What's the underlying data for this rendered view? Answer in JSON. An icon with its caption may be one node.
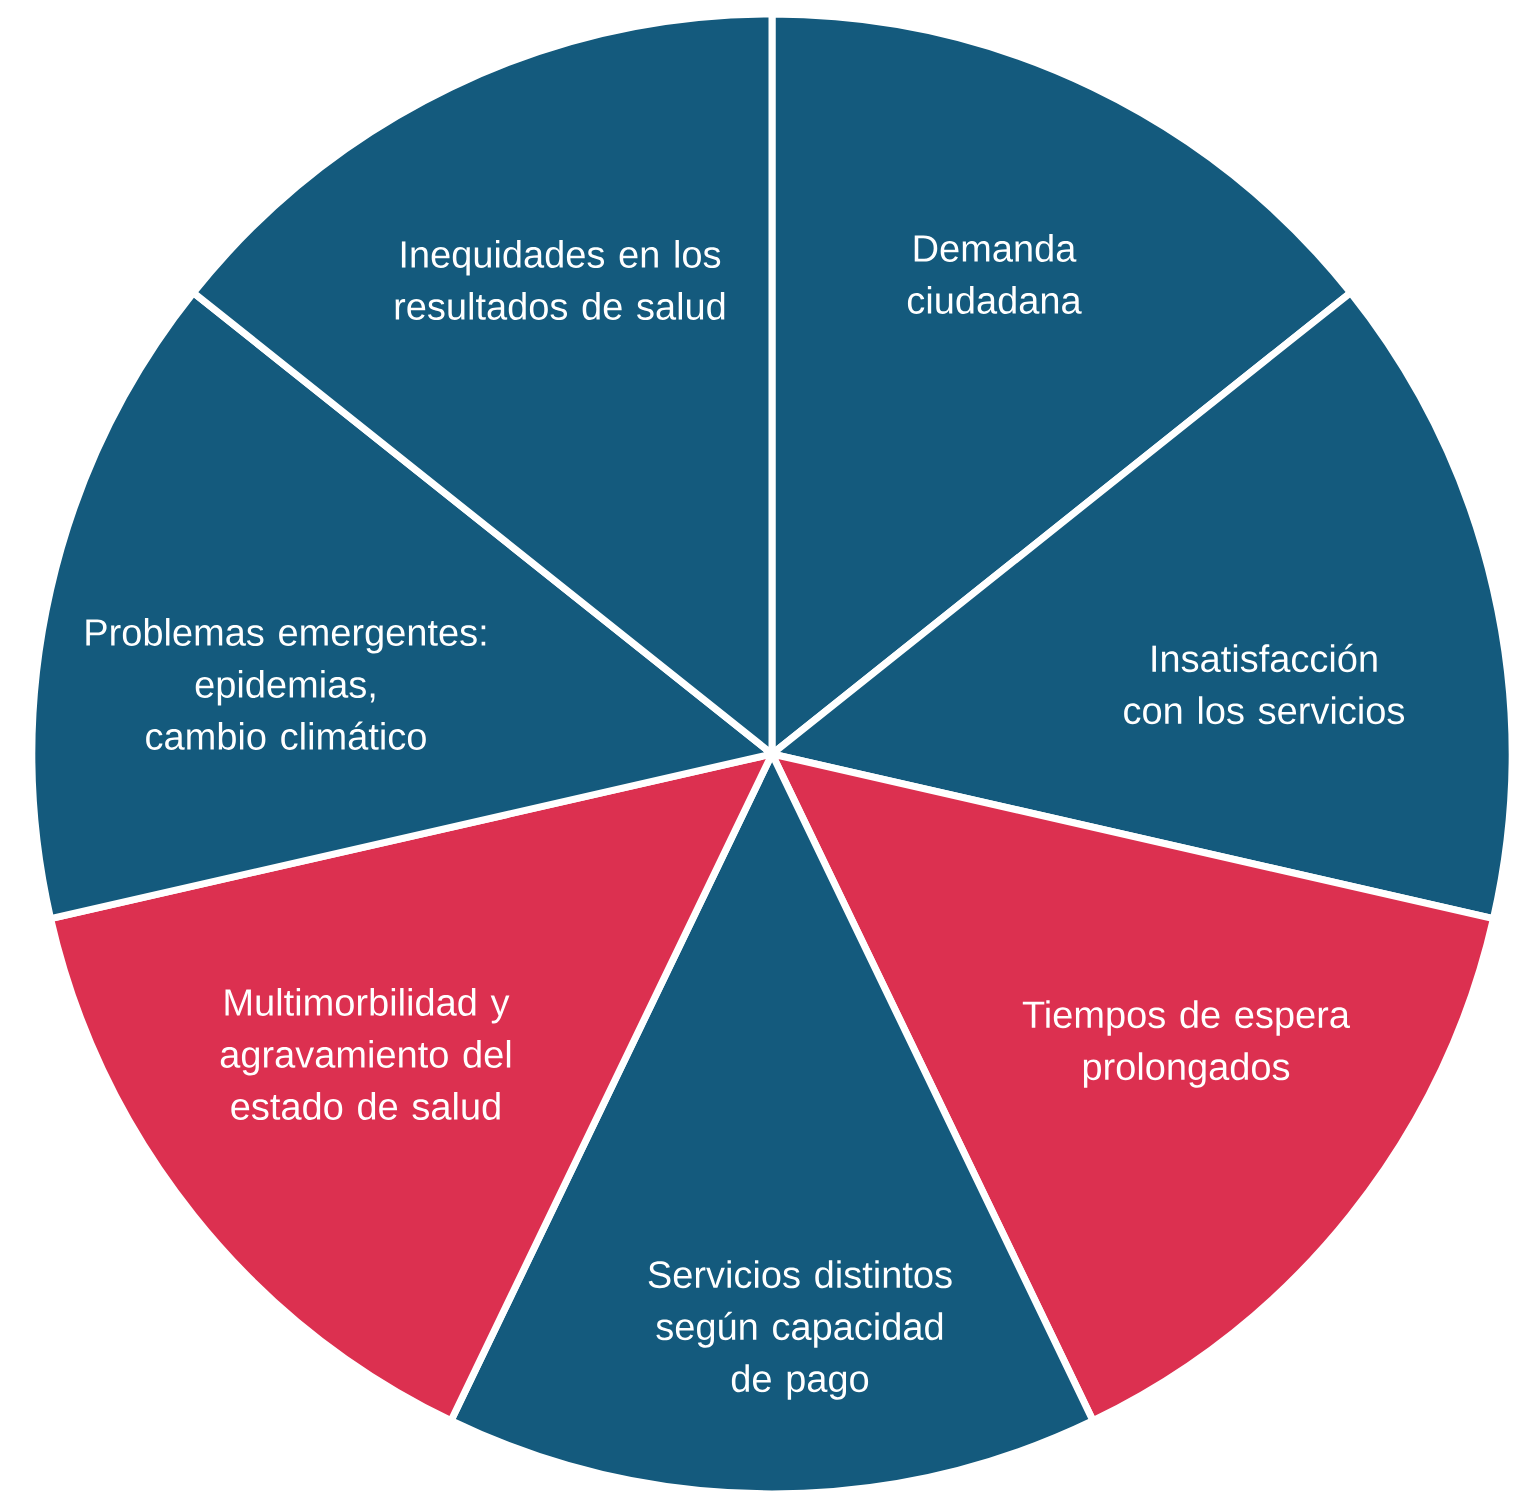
{
  "diagram": {
    "nodes": [
      {
        "text": [
          "Demanda ciudadana"
        ]
      },
      {
        "text": [
          "Insatisfacción con los servicios"
        ]
      },
      {
        "text": [
          "Tiempos de espera prolongados"
        ]
      },
      {
        "text": [
          "Servicios distintos según capacidad de pago"
        ]
      },
      {
        "text": [
          "Multimorbilidad y agravamiento del estado de salud"
        ]
      },
      {
        "text": [
          "Problemas emergentes: epidemias, cambio climático"
        ]
      },
      {
        "text": [
          "Inequidades en los resultados de salud"
        ]
      }
    ]
  }
}
